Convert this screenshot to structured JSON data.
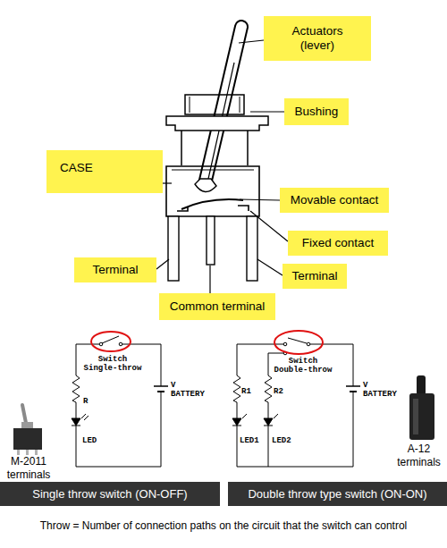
{
  "diagram": {
    "caption": "Throw = Number of connection paths on the circuit that the switch can control",
    "nodes": [
      {
        "text": [
          "Actuators (lever)"
        ]
      },
      {
        "text": [
          "Bushing"
        ]
      },
      {
        "text": [
          "CASE"
        ]
      },
      {
        "text": [
          "Movable contact"
        ]
      },
      {
        "text": [
          "Fixed contact"
        ]
      },
      {
        "text": [
          "Terminal"
        ]
      },
      {
        "text": [
          "Terminal"
        ]
      },
      {
        "text": [
          "Common terminal"
        ]
      },
      {
        "text": [
          "Single throw switch (ON-OFF)"
        ]
      },
      {
        "text": [
          "Double throw type switch (ON-ON)"
        ]
      }
    ],
    "labels": [
      "Switch Single-throw",
      "R",
      "LED",
      "V BATTERY",
      "M-2011 terminals",
      "Switch Double-throw",
      "R1",
      "R2",
      "LED1",
      "LED2",
      "V BATTERY",
      "A-12 terminals"
    ]
  }
}
